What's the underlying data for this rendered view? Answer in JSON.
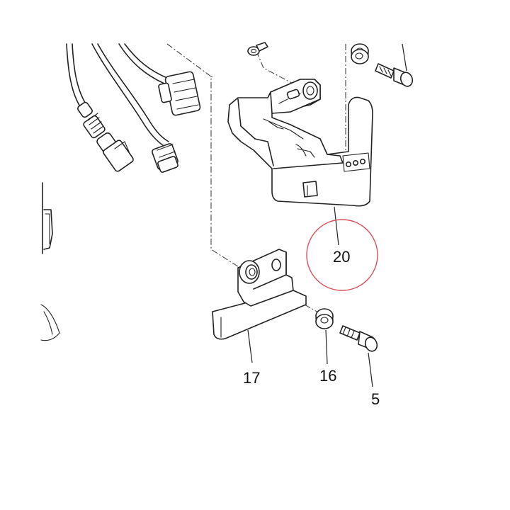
{
  "parts": {
    "p20": "20",
    "p17": "17",
    "p16": "16",
    "p5": "5"
  },
  "highlight": {
    "target": "20",
    "color": "#d9505a"
  }
}
